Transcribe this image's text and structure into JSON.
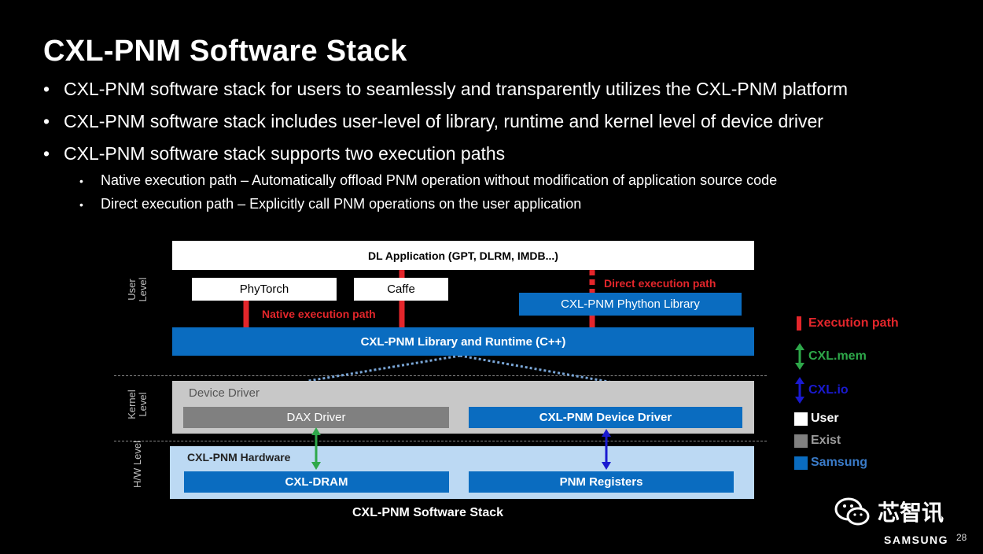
{
  "title": "CXL-PNM Software Stack",
  "bullets": [
    "CXL-PNM software stack for users to seamlessly and transparently utilizes the CXL-PNM platform",
    "CXL-PNM software stack includes user-level of library, runtime and kernel level of device driver",
    "CXL-PNM software stack supports two execution paths"
  ],
  "sub_bullets": [
    "Native execution path – Automatically offload PNM operation without modification of application source code",
    "Direct execution path – Explicitly call PNM operations on the user application"
  ],
  "diagram": {
    "levels": {
      "user": "User Level",
      "kernel": "Kernel Level",
      "hw": "H/W Level"
    },
    "dl_application": "DL Application (GPT, DLRM, IMDB...)",
    "phytorch": "PhyTorch",
    "caffe": "Caffe",
    "direct_path": "Direct execution path",
    "python_library": "CXL-PNM Phython Library",
    "native_path": "Native execution path",
    "library_runtime": "CXL-PNM Library and Runtime (C++)",
    "device_driver": "Device Driver",
    "dax_driver": "DAX Driver",
    "pnm_device_driver": "CXL-PNM Device Driver",
    "hardware": "CXL-PNM Hardware",
    "cxl_dram": "CXL-DRAM",
    "pnm_registers": "PNM Registers",
    "caption": "CXL-PNM Software Stack"
  },
  "legend": {
    "execution_path": "Execution path",
    "cxl_mem": "CXL.mem",
    "cxl_io": "CXL.io",
    "user": "User",
    "exist": "Exist",
    "samsung": "Samsung"
  },
  "colors": {
    "samsung_blue": "#0a6cc0",
    "exist_gray": "#808080",
    "execution_red": "#e3262b",
    "cxl_mem_green": "#2ea84a",
    "cxl_io_blue": "#1a1ad0",
    "kernel_bg": "#c8c8c8",
    "hw_bg": "#bcd9f3"
  },
  "icons": [
    "wechat-icon"
  ],
  "watermark": "芯智讯",
  "brand": "SAMSUNG",
  "page_number": "28"
}
